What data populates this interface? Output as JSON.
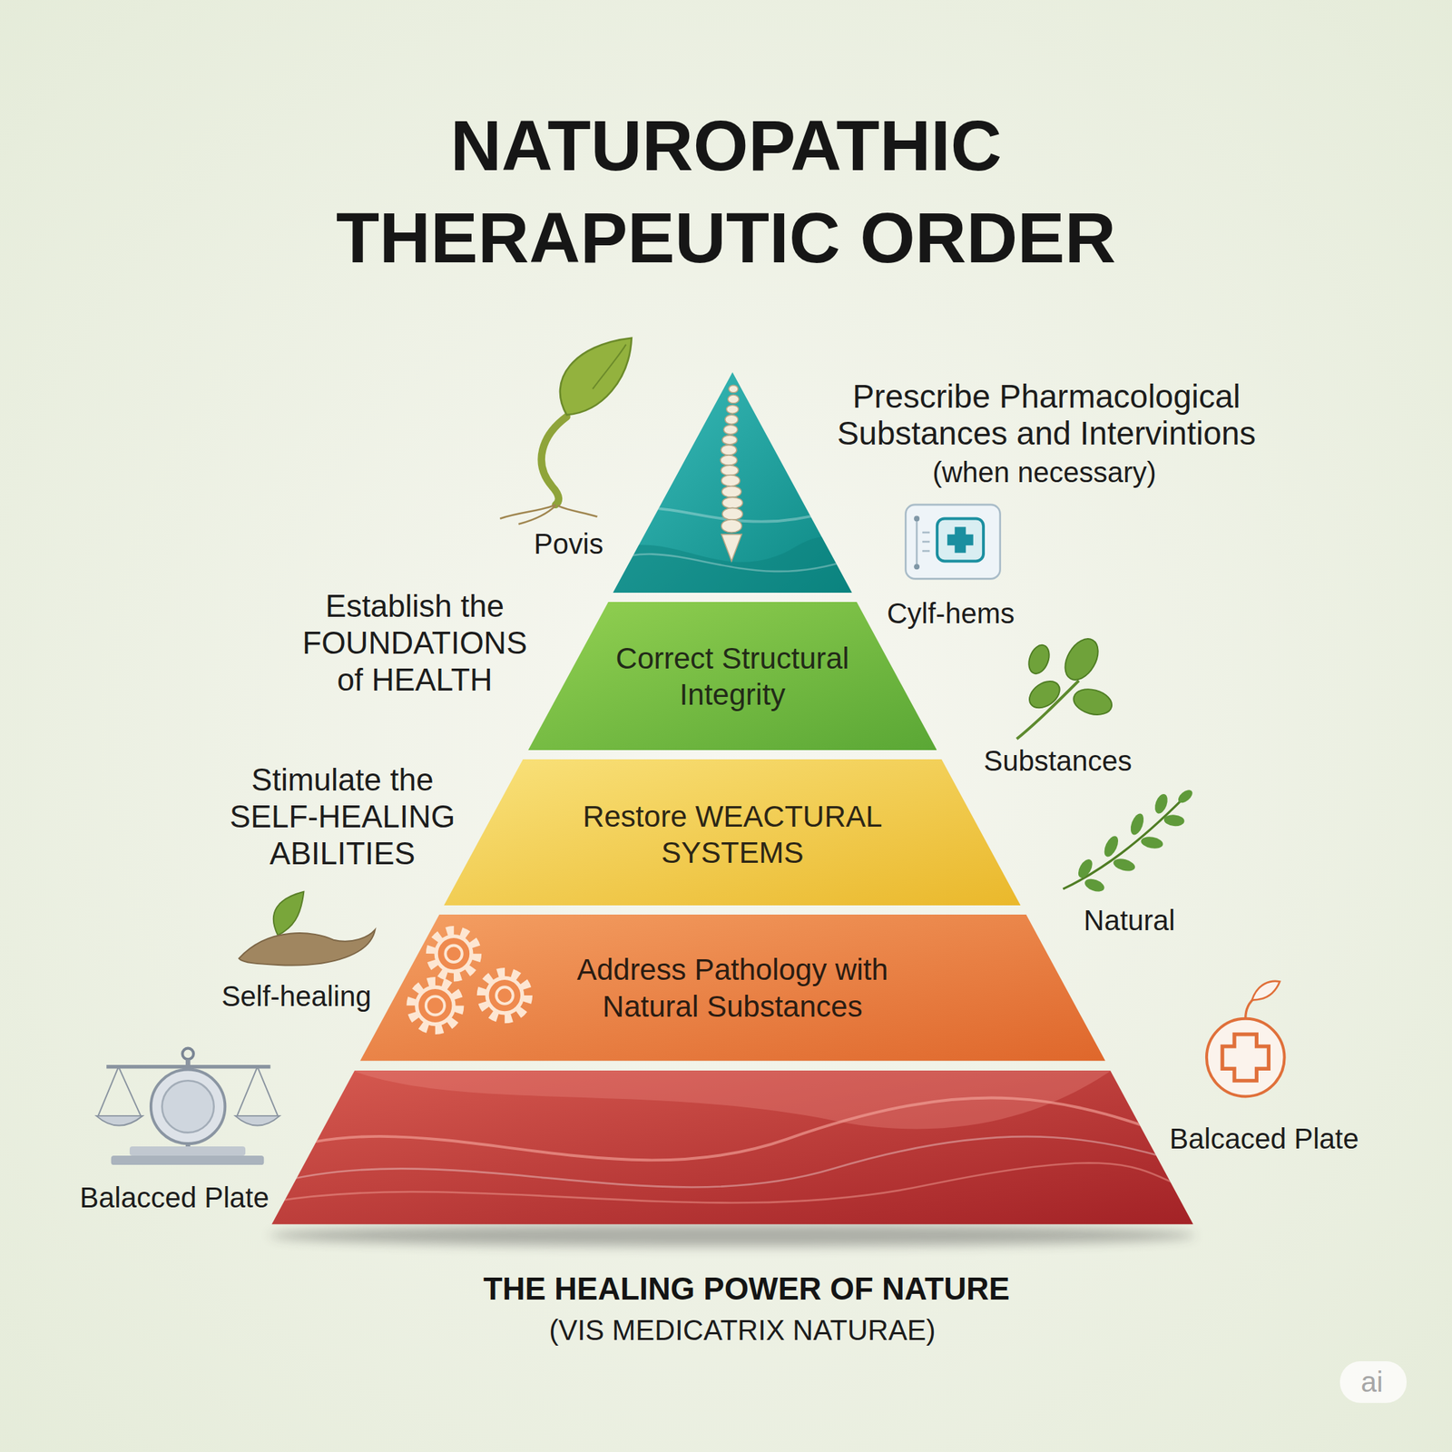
{
  "diagram": {
    "title": "NATUROPATHIC THERAPEUTIC ORDER",
    "caption": "THE HEALING POWER OF NATURE",
    "nodes": [
      {
        "text": [
          "Correct Structural Integrity"
        ]
      },
      {
        "text": [
          "Restore WEACTURAL SYSTEMS"
        ]
      },
      {
        "text": [
          "Address Pathology with Natural Substances"
        ]
      }
    ],
    "labels": [
      "Prescribe Pharmacological Substances and Intervintions",
      "(when necessary)",
      "Povis",
      "Establish the FOUNDATIONS of HEALTH",
      "Cylf-hems",
      "Substances",
      "Stimulate the SELF-HEALING ABILITIES",
      "Natural",
      "Self-healing",
      "Balcaced Plate",
      "Balacced Plate",
      "(VIS MEDICATRIX NATURAE)",
      "ai"
    ]
  }
}
